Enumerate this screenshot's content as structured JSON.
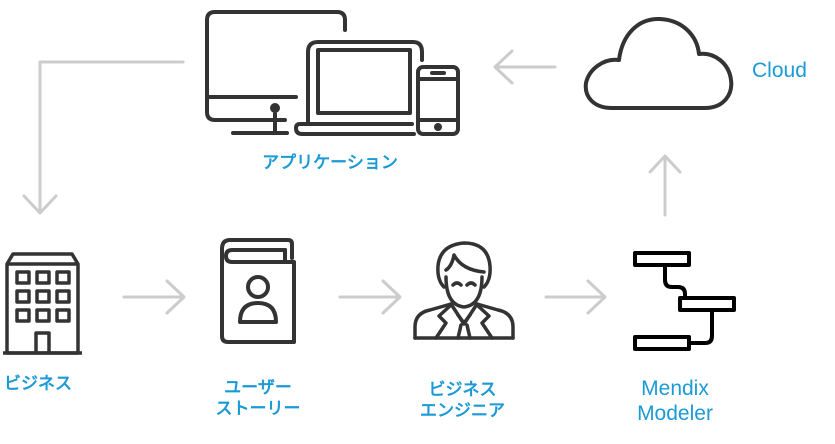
{
  "diagram": {
    "title": "",
    "accent_color": "#1b9ad6",
    "icon_color": "#333333",
    "arrow_color": "#cccccc",
    "nodes": [
      {
        "id": "application",
        "icon": "devices-icon",
        "label_lines": [
          "アプリケーション"
        ]
      },
      {
        "id": "cloud",
        "icon": "cloud-icon",
        "label_lines": [
          "Cloud"
        ]
      },
      {
        "id": "business",
        "icon": "building-icon",
        "label_lines": [
          "ビジネス"
        ]
      },
      {
        "id": "user-story",
        "icon": "user-book-icon",
        "label_lines": [
          "ユーザー",
          "ストーリー"
        ]
      },
      {
        "id": "business-engineer",
        "icon": "businessman-icon",
        "label_lines": [
          "ビジネス",
          "エンジニア"
        ]
      },
      {
        "id": "mendix-modeler",
        "icon": "flow-diagram-icon",
        "label_lines": [
          "Mendix",
          "Modeler"
        ]
      }
    ],
    "edges": [
      {
        "from": "application",
        "to": "business",
        "direction": "left-then-down"
      },
      {
        "from": "business",
        "to": "user-story",
        "direction": "right"
      },
      {
        "from": "user-story",
        "to": "business-engineer",
        "direction": "right"
      },
      {
        "from": "business-engineer",
        "to": "mendix-modeler",
        "direction": "right"
      },
      {
        "from": "mendix-modeler",
        "to": "cloud",
        "direction": "up"
      },
      {
        "from": "cloud",
        "to": "application",
        "direction": "left"
      }
    ]
  }
}
